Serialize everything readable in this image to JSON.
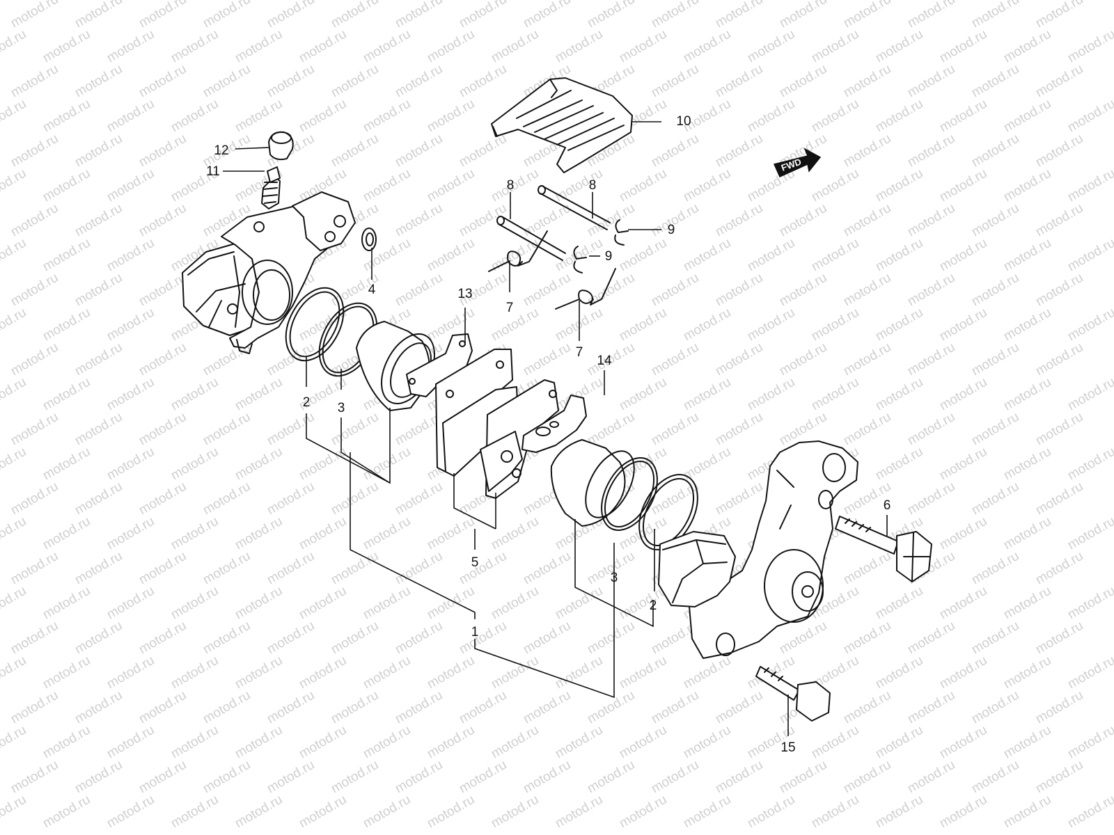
{
  "watermark": {
    "text": "motod.ru",
    "color": "#cfcfcf"
  },
  "fwd_indicator": {
    "label": "FWD"
  },
  "callouts": [
    {
      "id": "1",
      "label": "1"
    },
    {
      "id": "2a",
      "label": "2"
    },
    {
      "id": "2b",
      "label": "2"
    },
    {
      "id": "3a",
      "label": "3"
    },
    {
      "id": "3b",
      "label": "3"
    },
    {
      "id": "4",
      "label": "4"
    },
    {
      "id": "5",
      "label": "5"
    },
    {
      "id": "6",
      "label": "6"
    },
    {
      "id": "7a",
      "label": "7"
    },
    {
      "id": "7b",
      "label": "7"
    },
    {
      "id": "8a",
      "label": "8"
    },
    {
      "id": "8b",
      "label": "8"
    },
    {
      "id": "9a",
      "label": "9"
    },
    {
      "id": "9b",
      "label": "9"
    },
    {
      "id": "10",
      "label": "10"
    },
    {
      "id": "11",
      "label": "11"
    },
    {
      "id": "12",
      "label": "12"
    },
    {
      "id": "13",
      "label": "13"
    },
    {
      "id": "14",
      "label": "14"
    },
    {
      "id": "15",
      "label": "15"
    }
  ]
}
